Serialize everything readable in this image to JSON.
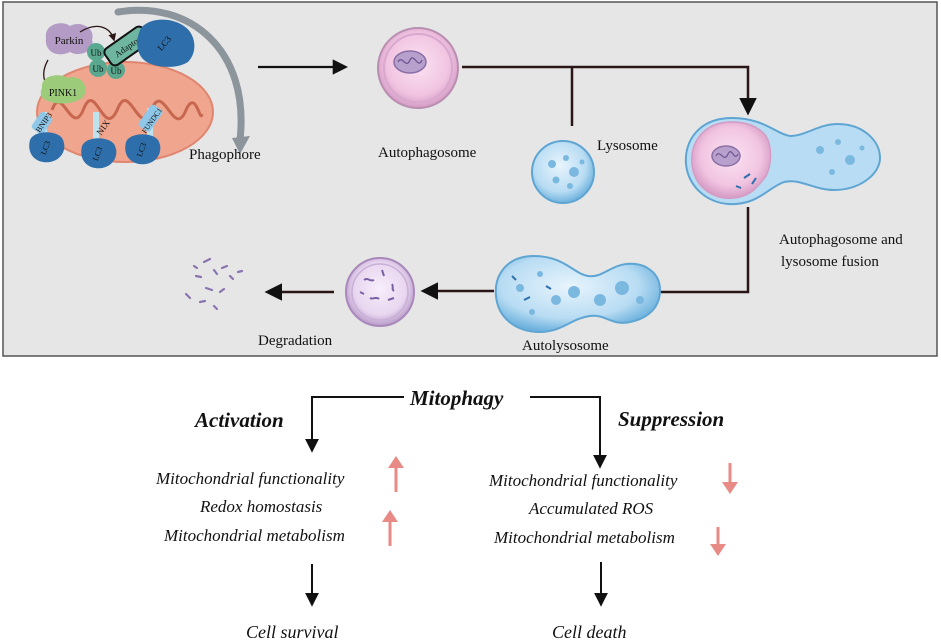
{
  "top_panel": {
    "labels": {
      "parkin": "Parkin",
      "pink1": "PINK1",
      "ub": "Ub",
      "adaptor": "Adaptor",
      "lc3": "LC3",
      "bnip3": "BNIP3",
      "nix": "NIX",
      "fundc1": "FUNDC1",
      "phagophore": "Phagophore",
      "autophagosome": "Autophagosome",
      "lysosome": "Lysosome",
      "fusion_line1": "Autophagosome and",
      "fusion_line2": "lysosome fusion",
      "degradation": "Degradation",
      "autolysosome": "Autolysosome"
    }
  },
  "bottom_panel": {
    "title": "Mitophagy",
    "activation": {
      "heading": "Activation",
      "items": [
        "Mitochondrial functionality",
        "Redox homostasis",
        "Mitochondrial metabolism"
      ],
      "outcome": "Cell survival"
    },
    "suppression": {
      "heading": "Suppression",
      "items": [
        "Mitochondrial functionality",
        "Accumulated ROS",
        "Mitochondrial metabolism"
      ],
      "outcome": "Cell death"
    }
  },
  "colors": {
    "panel_bg": "#e6e6e6",
    "up_arrow": "#e88a86",
    "down_arrow": "#e88a86",
    "vesicle_pink": "#f2c8e4",
    "lysosome_blue": "#a9d4ef",
    "protein_blue": "#2e6fab"
  }
}
